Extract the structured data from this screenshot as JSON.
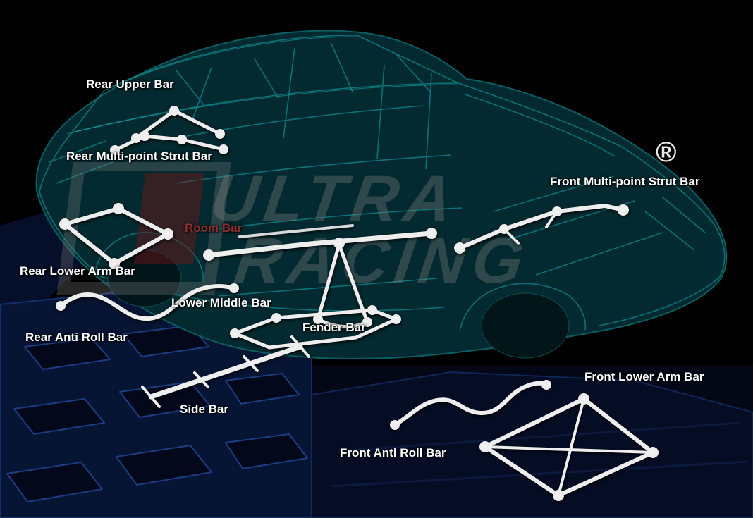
{
  "colors": {
    "background": "#000000",
    "label_text": "#ffffff",
    "room_bar_label": "#8c2f2f",
    "car_wireframe": "#0f8489",
    "car_body_fill": "#032a30",
    "chassis_base": "#081637",
    "bar_color": "#eeeeee",
    "watermark_gray": "#808080",
    "watermark_red": "#7d1414",
    "registered_mark_color": "#e9e9e9"
  },
  "watermark": {
    "brand_top": "ULTRA",
    "brand_bottom": "RACING",
    "registered_mark": "®"
  },
  "labels": [
    {
      "id": "rear-upper-bar",
      "text": "Rear Upper Bar"
    },
    {
      "id": "rear-multi-point-strut-bar",
      "text": "Rear Multi-point Strut Bar"
    },
    {
      "id": "front-multi-point-strut-bar",
      "text": "Front Multi-point Strut Bar"
    },
    {
      "id": "room-bar",
      "text": "Room Bar"
    },
    {
      "id": "rear-lower-arm-bar",
      "text": "Rear Lower Arm Bar"
    },
    {
      "id": "lower-middle-bar",
      "text": "Lower Middle Bar"
    },
    {
      "id": "rear-anti-roll-bar",
      "text": "Rear Anti Roll Bar"
    },
    {
      "id": "fender-bar",
      "text": "Fender Bar"
    },
    {
      "id": "front-lower-arm-bar",
      "text": "Front Lower Arm Bar"
    },
    {
      "id": "side-bar",
      "text": "Side Bar"
    },
    {
      "id": "front-anti-roll-bar",
      "text": "Front Anti Roll Bar"
    }
  ]
}
